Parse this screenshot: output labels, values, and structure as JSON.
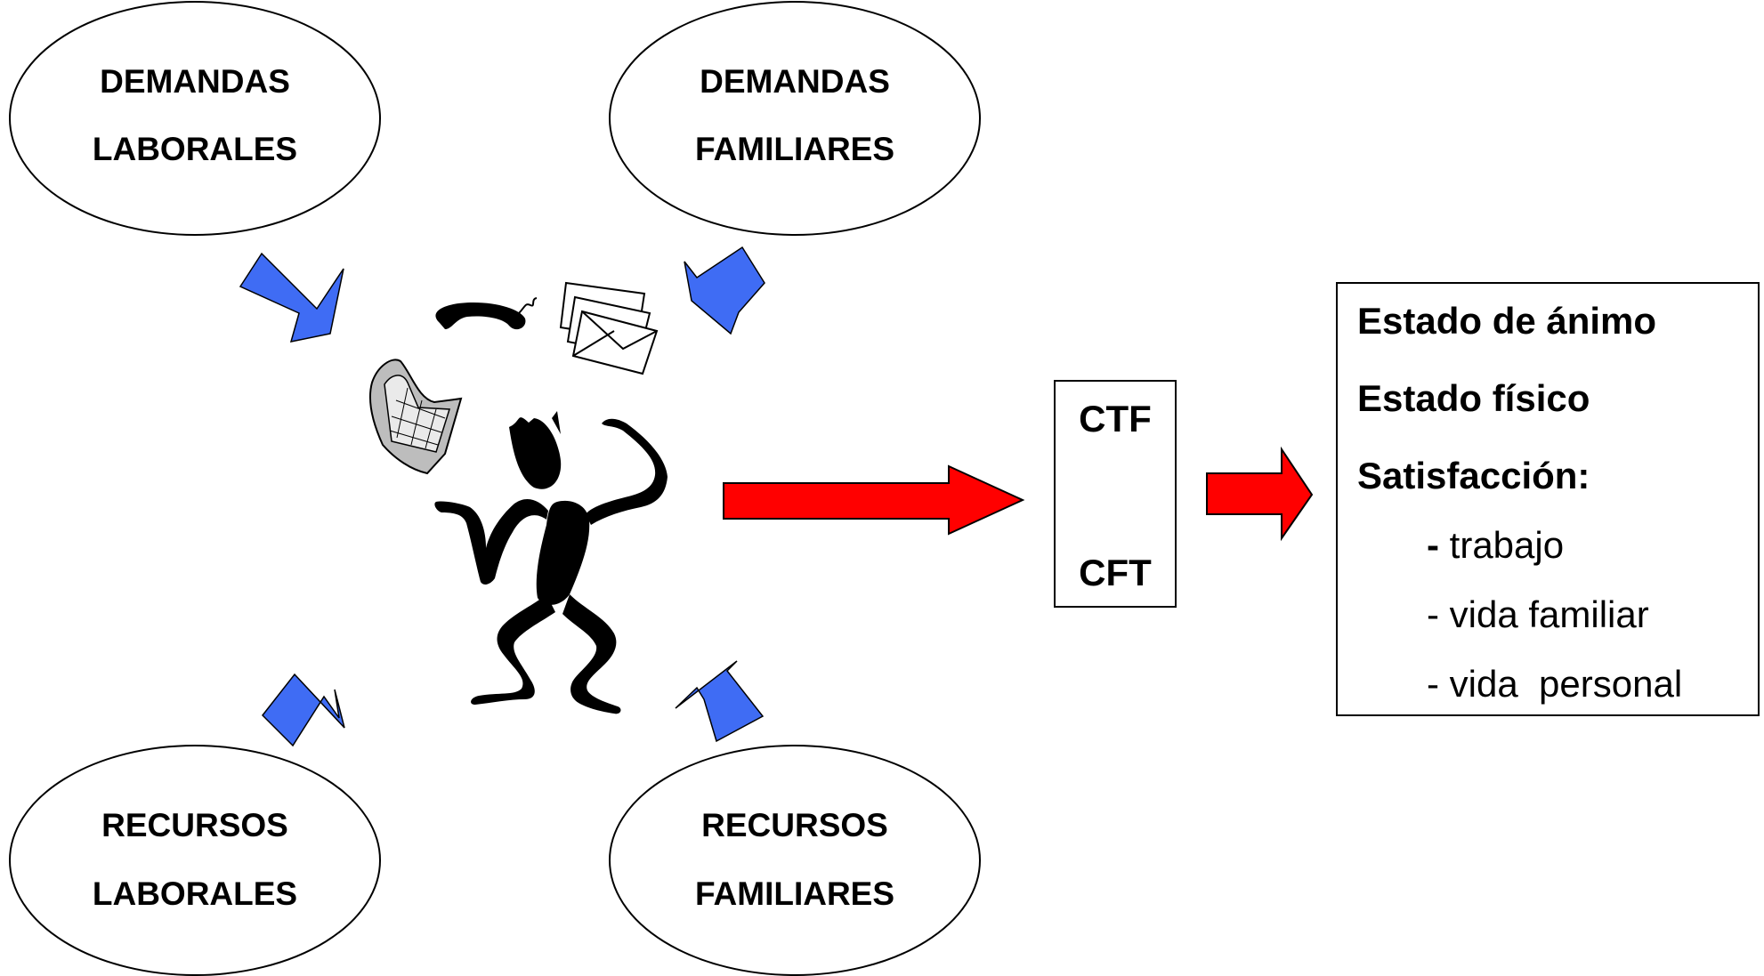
{
  "ellipses": {
    "demandas_laborales": {
      "line1": "DEMANDAS",
      "line2": "LABORALES"
    },
    "demandas_familiares": {
      "line1": "DEMANDAS",
      "line2": "FAMILIARES"
    },
    "recursos_laborales": {
      "line1": "RECURSOS",
      "line2": "LABORALES"
    },
    "recursos_familiares": {
      "line1": "RECURSOS",
      "line2": "FAMILIARES"
    }
  },
  "conflict_box": {
    "top": "CTF",
    "bottom": "CFT"
  },
  "outcomes": {
    "line1": "Estado de ánimo",
    "line2": "Estado físico",
    "line3": "Satisfacción:",
    "item1_dash": "-",
    "item1_text": " trabajo",
    "item2": "- vida familiar",
    "item3": "- vida  personal"
  },
  "colors": {
    "input_arrow": "#3f6cf4",
    "output_arrow": "#ff0000",
    "figure": "#000000"
  }
}
